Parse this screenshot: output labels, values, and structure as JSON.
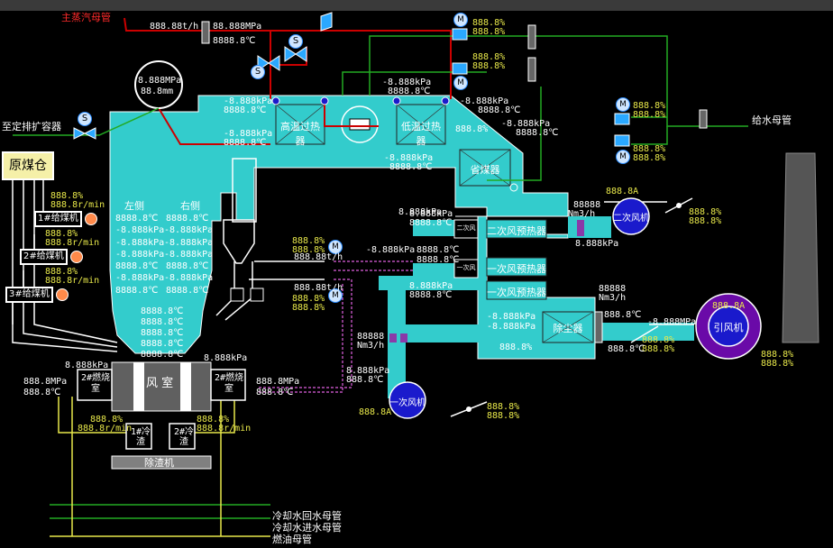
{
  "labels": {
    "main_steam": "主蒸汽母管",
    "to_expander": "至定排扩容器",
    "coal_bin": "原煤仓",
    "feeder1": "1#给煤机",
    "feeder2": "2#给煤机",
    "feeder3": "3#给煤机",
    "high_temp_sh": "高温过热器",
    "low_temp_sh": "低温过热器",
    "economizer": "省煤器",
    "secondary_ah": "二次风预热器",
    "primary_ah_1": "一次风预热器",
    "primary_ah_2": "一次风预热器",
    "dust_collector": "除尘器",
    "id_fan": "引风机",
    "secondary_fan": "二次风机",
    "primary_fan": "一次风机",
    "wind_box": "风  室",
    "burner_left": "2#燃烧室",
    "burner_right": "2#燃烧室",
    "slag1": "1#冷渣",
    "slag2": "2#冷渣",
    "slag_conveyor": "除渣机",
    "left_side": "左侧",
    "right_side": "右侧",
    "feedwater": "给水母管",
    "cool_return": "冷却水回水母管",
    "cool_supply": "冷却水进水母管",
    "fuel_oil": "燃油母管",
    "sec_air_small1": "二次风",
    "pri_air_small": "一次风",
    "flow_unit": "Nm3/h"
  },
  "readings": {
    "steam_flow": "888.88t/h",
    "steam_press": "88.888MPa",
    "steam_temp": "8888.8℃",
    "drum_press": "8.888MPa",
    "drum_level": "88.8mm",
    "kpa_neg": "-8.888kPa",
    "kpa_pos": "8.888kPa",
    "temp": "8888.8℃",
    "temp_short": "888.8℃",
    "pct": "888.8%",
    "rpm": "888.8r/min",
    "amp": "888.8A",
    "flow": "88888",
    "mpa_short": "888.8MPa",
    "mpa_neg": "-8.888MPa",
    "tph": "888.88t/h"
  },
  "colors": {
    "boiler": "#33cccc",
    "pipe_red": "#cc0000",
    "pipe_green": "#22aa22",
    "pipe_yellow": "#e8e84a",
    "fan": "#2222cc",
    "id_fan_ring": "#7a00aa"
  }
}
